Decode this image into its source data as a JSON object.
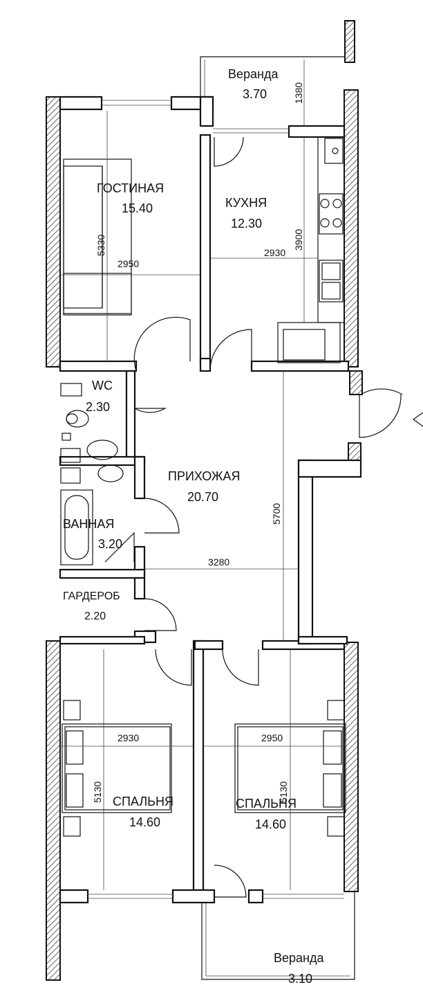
{
  "rooms": [
    {
      "name": "Веранда",
      "area": "3.70"
    },
    {
      "name": "ГОСТИНАЯ",
      "area": "15.40"
    },
    {
      "name": "КУХНЯ",
      "area": "12.30"
    },
    {
      "name": "WC",
      "area": "2.30"
    },
    {
      "name": "ПРИХОЖАЯ",
      "area": "20.70"
    },
    {
      "name": "ВАННАЯ",
      "area": "3.20"
    },
    {
      "name": "ГАРДЕРОБ",
      "area": "2.20"
    },
    {
      "name": "СПАЛЬНЯ",
      "area": "14.60"
    },
    {
      "name": "СПАЛЬНЯ",
      "area": "14.60"
    },
    {
      "name": "Веранда",
      "area": "3.10"
    }
  ],
  "dimensions": {
    "veranda_top_depth": "1380",
    "living_depth": "5330",
    "living_width": "2950",
    "kitchen_width": "2930",
    "kitchen_depth": "3900",
    "hall_depth": "5700",
    "hall_width": "3280",
    "bedroom_left_width": "2930",
    "bedroom_left_depth": "5130",
    "bedroom_right_width": "2950",
    "bedroom_right_depth": "5130"
  }
}
